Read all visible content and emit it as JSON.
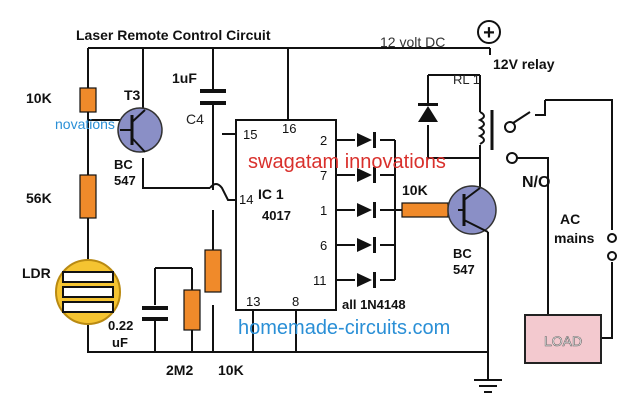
{
  "title": "Laser Remote Control Circuit",
  "supply": {
    "label": "12 volt DC",
    "plus": "+"
  },
  "relay": {
    "label": "12V relay",
    "designator": "RL 1"
  },
  "ldr": {
    "label": "LDR"
  },
  "resistors": {
    "r1": "10K",
    "r2": "56K",
    "r3": "10K",
    "r4": "10K",
    "r5": "2M2"
  },
  "transistors": {
    "t3": {
      "designator": "T3",
      "type_line1": "BC",
      "type_line2": "547"
    },
    "t_out": {
      "type_line1": "BC",
      "type_line2": "547"
    }
  },
  "capacitors": {
    "c4": {
      "value": "1uF",
      "designator": "C4"
    },
    "c_timing": {
      "value_line1": "0.22",
      "value_line2": "uF"
    }
  },
  "ic": {
    "designator": "IC 1",
    "part": "4017",
    "pins": {
      "p15": "15",
      "p16": "16",
      "p14": "14",
      "p13": "13",
      "p8": "8"
    },
    "outputs": [
      "2",
      "7",
      "1",
      "6",
      "11"
    ]
  },
  "diodes_note": "all 1N4148",
  "contact": "N/O",
  "mains": {
    "line1": "AC",
    "line2": "mains"
  },
  "load": "LOAD",
  "watermarks": {
    "swagatam": "swagatam innovations",
    "homemade": "homemade-circuits.com",
    "novations": "novations"
  }
}
